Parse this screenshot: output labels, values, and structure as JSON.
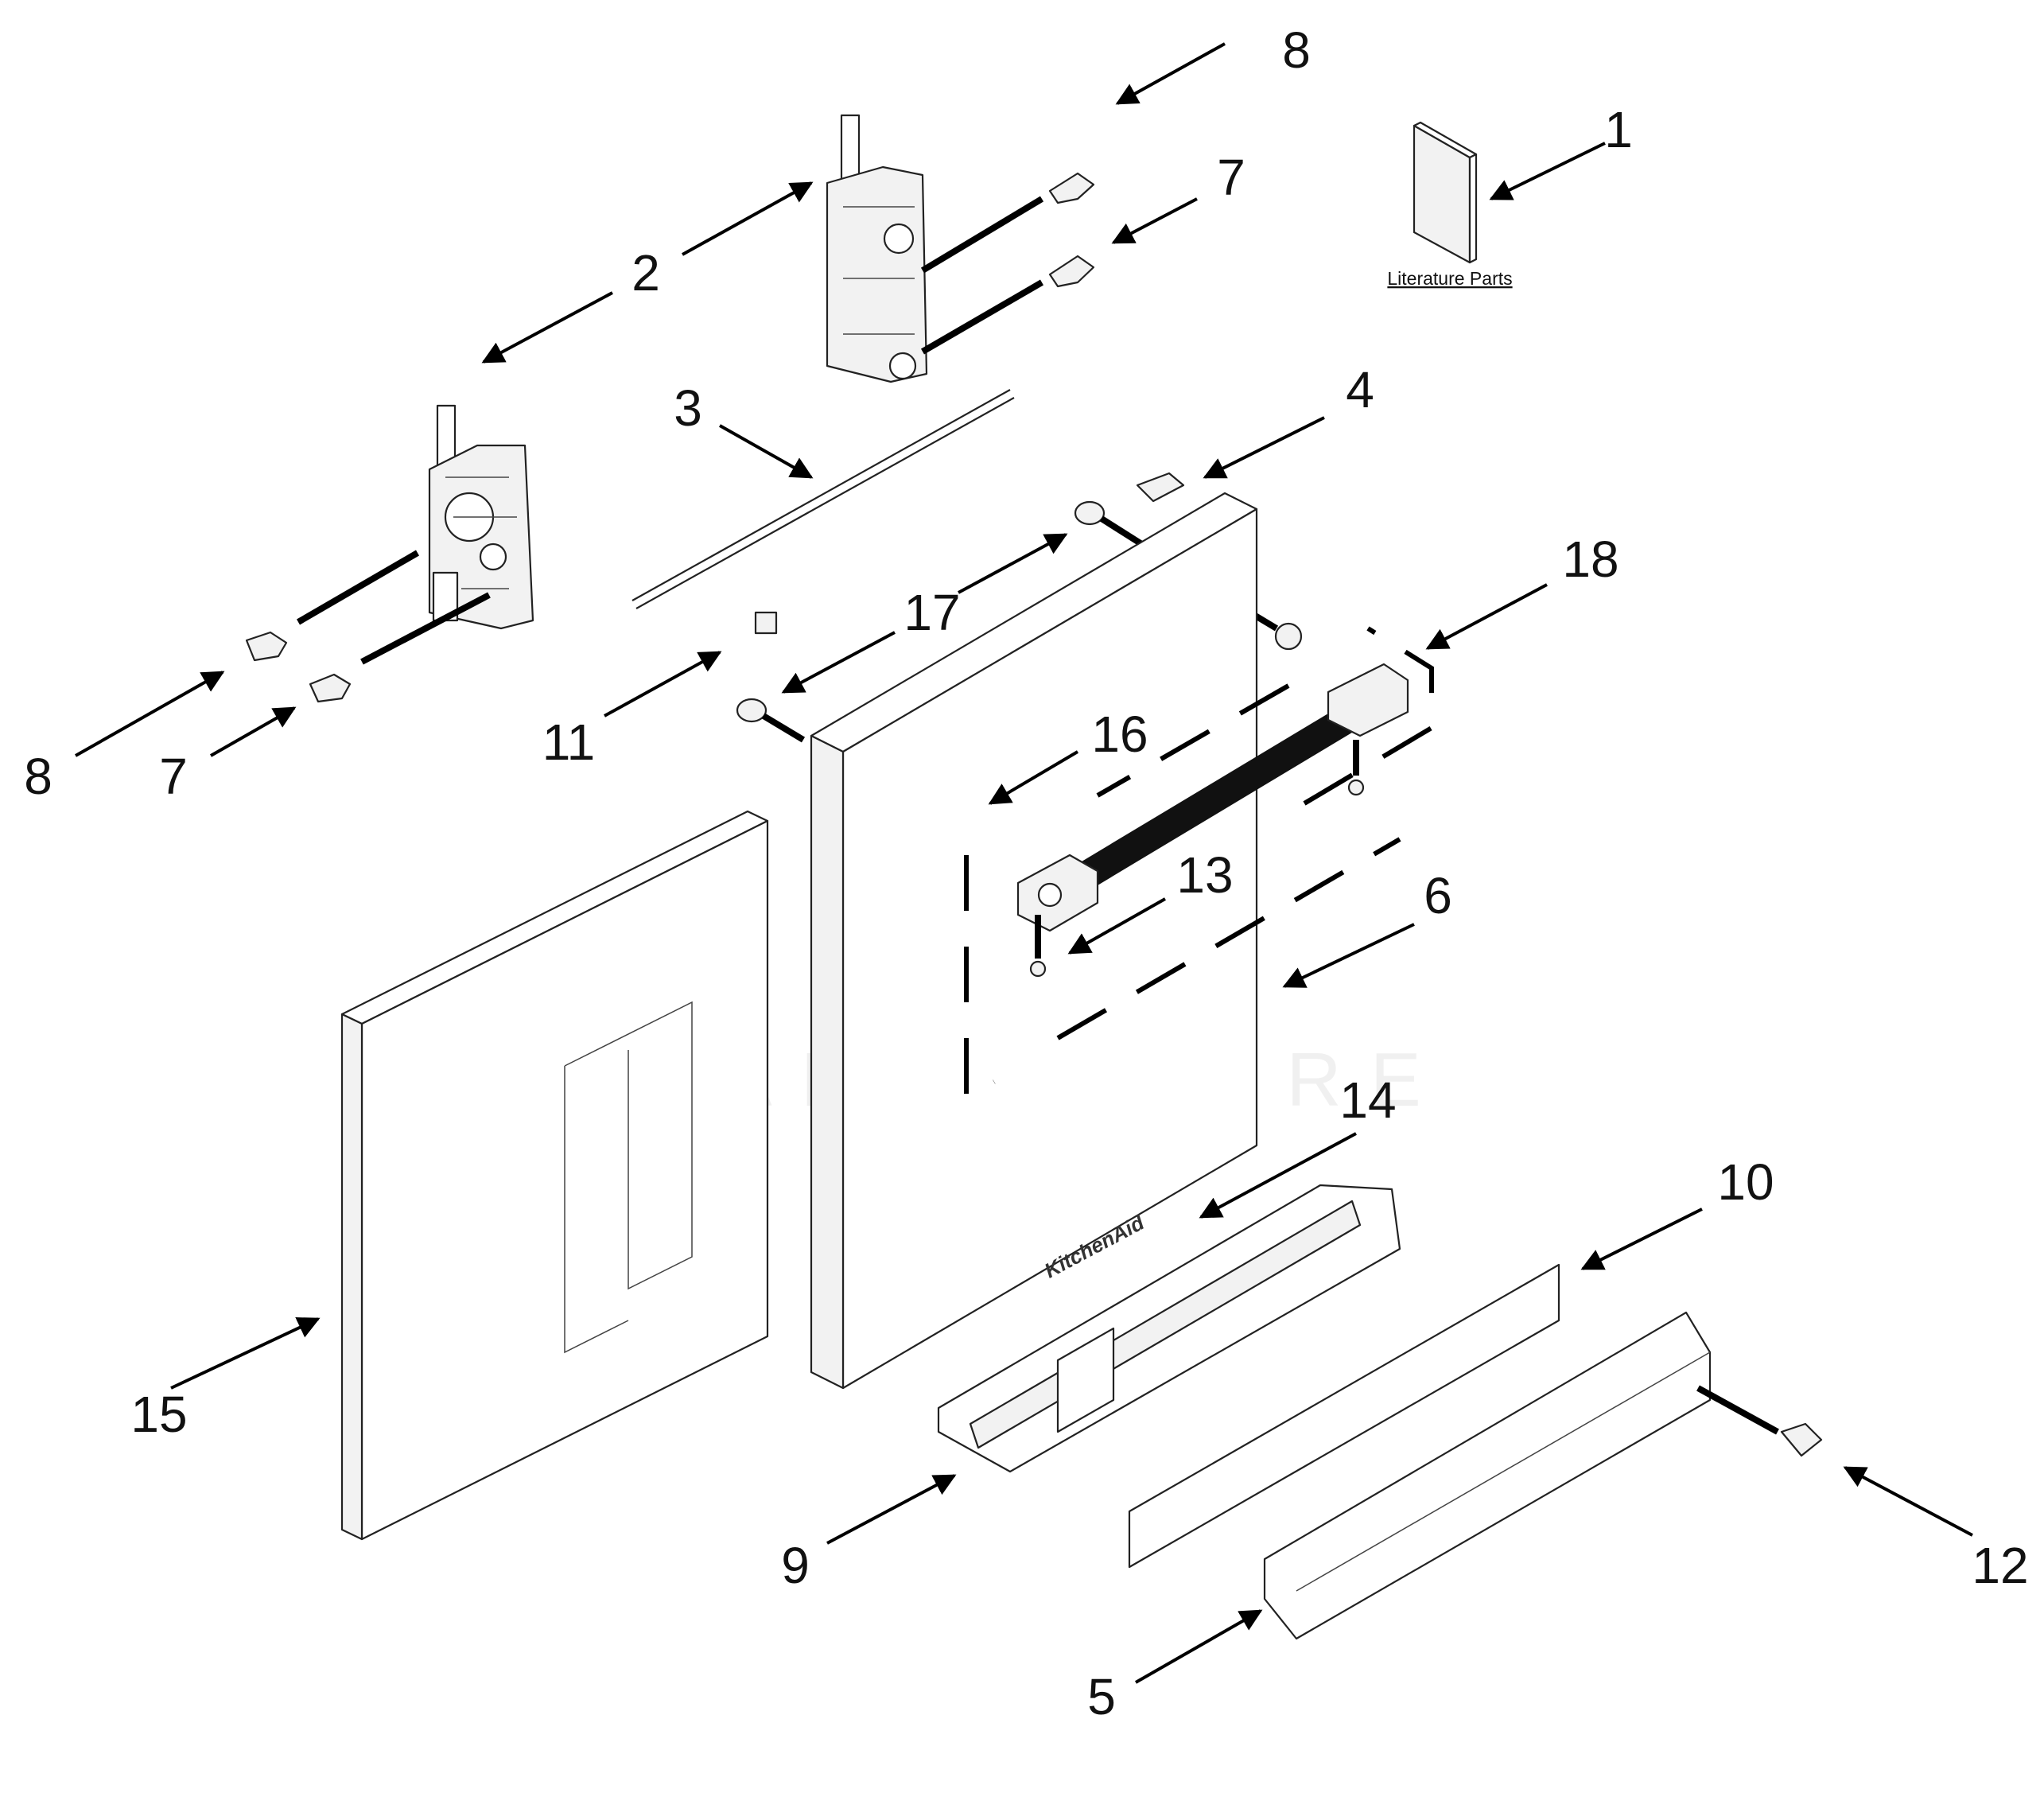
{
  "diagram": {
    "callouts": [
      {
        "id": "c1",
        "label": "1"
      },
      {
        "id": "c2",
        "label": "2"
      },
      {
        "id": "c3",
        "label": "3"
      },
      {
        "id": "c4",
        "label": "4"
      },
      {
        "id": "c5",
        "label": "5"
      },
      {
        "id": "c6",
        "label": "6"
      },
      {
        "id": "c7a",
        "label": "7"
      },
      {
        "id": "c7b",
        "label": "7"
      },
      {
        "id": "c8a",
        "label": "8"
      },
      {
        "id": "c8b",
        "label": "8"
      },
      {
        "id": "c9",
        "label": "9"
      },
      {
        "id": "c10",
        "label": "10"
      },
      {
        "id": "c11",
        "label": "11"
      },
      {
        "id": "c12",
        "label": "12"
      },
      {
        "id": "c13",
        "label": "13"
      },
      {
        "id": "c14",
        "label": "14"
      },
      {
        "id": "c15",
        "label": "15"
      },
      {
        "id": "c16",
        "label": "16"
      },
      {
        "id": "c17",
        "label": "17"
      },
      {
        "id": "c18",
        "label": "18"
      }
    ],
    "literature_label": "Literature Parts",
    "brand_label": "KitchenAid",
    "watermark": "LEADVENTURE"
  }
}
